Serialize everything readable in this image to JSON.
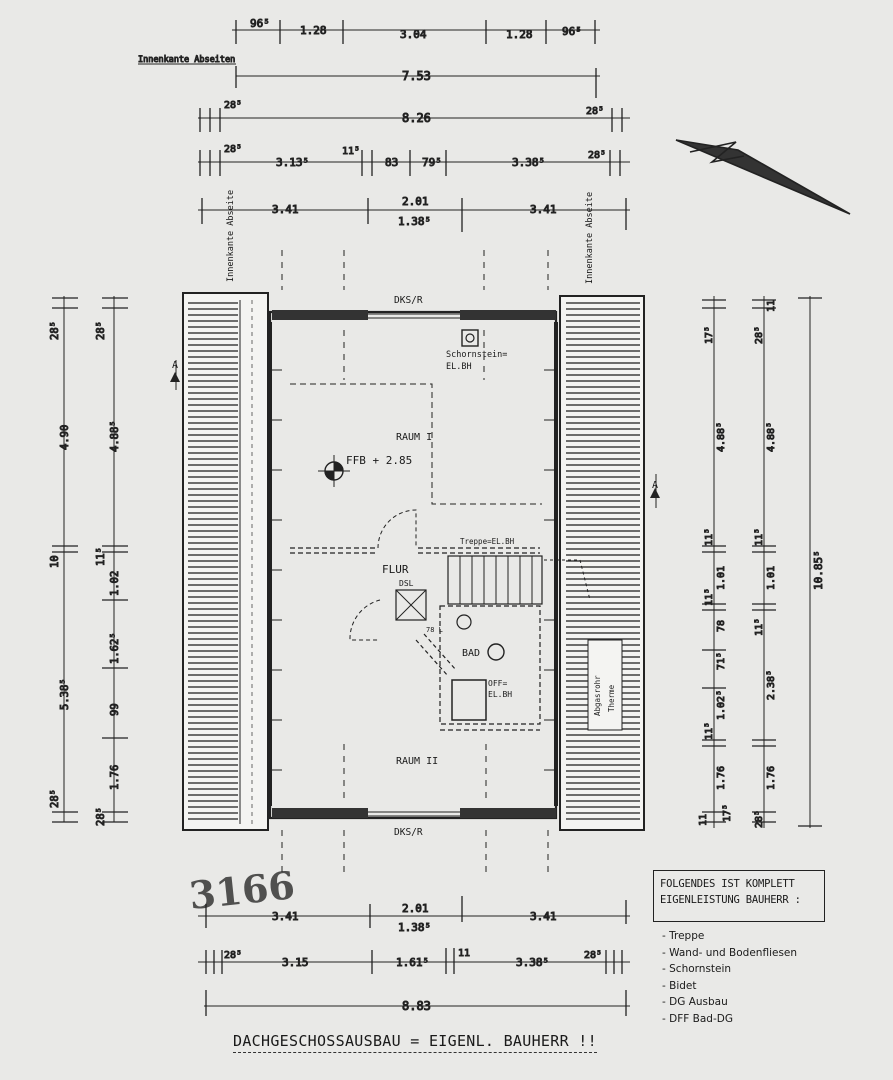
{
  "top_dims": {
    "row1": [
      "96⁵",
      "1.28",
      "3.04",
      "1.28",
      "96⁵"
    ],
    "row2_note": "Innenkante Abseiten",
    "row2": "7.53",
    "row3_left": "28⁵",
    "row3": "8.26",
    "row3_right": "28⁵",
    "row4": [
      "28⁵",
      "3.13⁵",
      "11⁵",
      "83",
      "79⁵",
      "3.38⁵",
      "28⁵"
    ],
    "row5_left": "3.41",
    "row5_mid_top": "2.01",
    "row5_mid_bot": "1.38⁵",
    "row5_right": "3.41"
  },
  "bottom_dims": {
    "row1_left": "3.41",
    "row1_mid_top": "2.01",
    "row1_mid_bot": "1.38⁵",
    "row1_right": "3.41",
    "row2": [
      "28⁵",
      "3.15",
      "1.61⁵",
      "11",
      "3.38⁵",
      "28⁵"
    ],
    "row3": "8.83"
  },
  "left_dims": {
    "outer": [
      "28⁵",
      "4.90",
      "10",
      "5.38⁵",
      "28⁵"
    ],
    "inner": [
      "28⁵",
      "4.88⁵",
      "11⁵",
      "1.02",
      "1.62⁵",
      "99",
      "1.76",
      "28⁵"
    ]
  },
  "right_dims": {
    "a": [
      "17⁵",
      "4.88⁵",
      "11⁵",
      "1.01",
      "11⁵",
      "78",
      "71⁵",
      "1.02⁵",
      "11⁵",
      "1.76",
      "11",
      "17⁵"
    ],
    "b": [
      "11",
      "28⁵",
      "4.88⁵",
      "11⁵",
      "1.01",
      "11⁵",
      "2.38⁵",
      "1.76",
      "28⁵"
    ],
    "total": "10.85⁵"
  },
  "labels": {
    "innenkante_left": "Innenkante Abseite",
    "innenkante_right": "Innenkante Abseite",
    "dks_top": "DKS/R",
    "dks_bottom": "DKS/R",
    "schornstein": "Schornstein=",
    "el_bh_1": "EL.BH",
    "raum1": "RAUM I",
    "ffb": "FFB + 2.85",
    "treppe_el": "Treppe=EL.BH",
    "flur": "FLUR",
    "dsl": "DSL",
    "bad": "BAD",
    "off": "OFF=",
    "el_bh_2": "EL.BH",
    "raum2": "RAUM II",
    "abgasrohr": "Abgasrohr",
    "therme": "Therme",
    "section_a": "A",
    "handwritten": "3166",
    "h78": "78 L"
  },
  "legend": {
    "title": "FOLGENDES IST KOMPLETT EIGENLEISTUNG BAUHERR :",
    "items": [
      "Treppe",
      "Wand- und Bodenfliesen",
      "Schornstein",
      "Bidet",
      "DG Ausbau",
      "DFF Bad-DG"
    ]
  },
  "footer": "DACHGESCHOSSAUSBAU = EIGENL. BAUHERR !!"
}
